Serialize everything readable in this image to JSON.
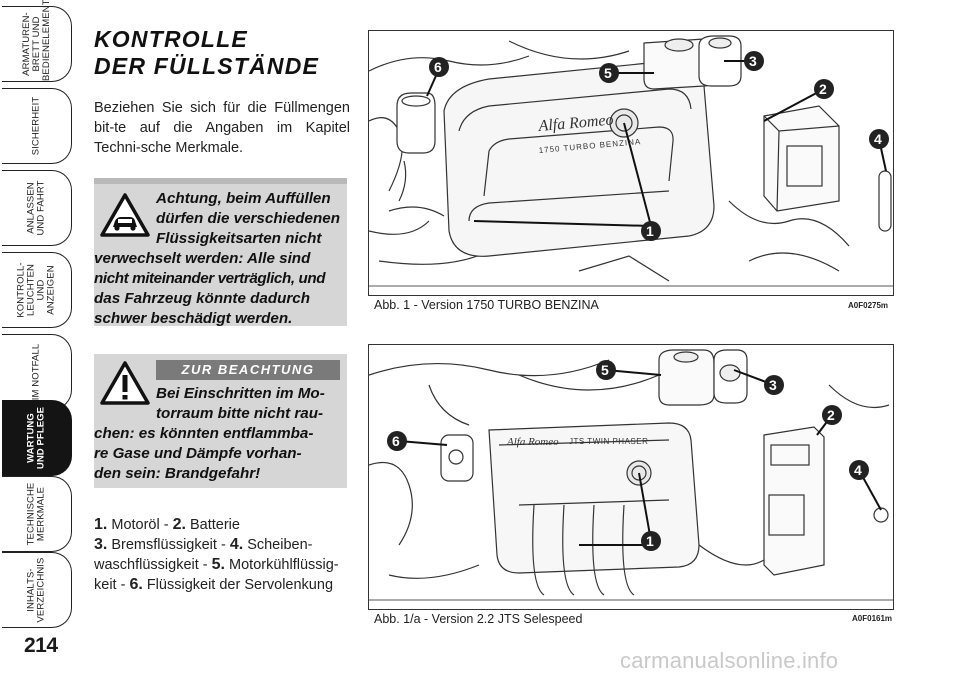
{
  "tabs": [
    {
      "label": "ARMATUREN-\nBRETT UND\nBEDIENELEMENTE"
    },
    {
      "label": "SICHERHEIT"
    },
    {
      "label": "ANLASSEN\nUND FAHRT"
    },
    {
      "label": "KONTROLL-\nLEUCHTEN\nUND ANZEIGEN"
    },
    {
      "label": "IM NOTFALL"
    },
    {
      "label": "WARTUNG\nUND PFLEGE"
    },
    {
      "label": "TECHNISCHE\nMERKMALE"
    },
    {
      "label": "INHALTS-\nVERZEICHNIS"
    }
  ],
  "page_number": "214",
  "title_line1": "KONTROLLE",
  "title_line2": "DER FÜLLSTÄNDE",
  "intro": "Beziehen Sie sich für die Füllmengen bit-te auf die Angaben im Kapitel Techni-sche Merkmale.",
  "warning": {
    "line1": "Achtung, beim Auffüllen",
    "line2": "dürfen die verschiedenen",
    "line3": "Flüssigkeitsarten nicht",
    "line4": "verwechselt werden: Alle sind",
    "line5": "nicht miteinander verträglich, und",
    "line6": "das Fahrzeug könnte dadurch",
    "line7": "schwer beschädigt werden."
  },
  "note": {
    "label": "ZUR BEACHTUNG",
    "line1": "Bei Einschritten im Mo-",
    "line2": "torraum bitte nicht rau-",
    "line3": "chen: es könnten entflamm­ba-",
    "line4": "re Gase und Dämpfe vorhan-",
    "line5": "den sein: Brandgefahr!"
  },
  "legend": {
    "n1": "1.",
    "t1": " Motoröl - ",
    "n2": "2.",
    "t2": " Batterie",
    "n3": "3.",
    "t3": " Bremsflüssigkeit - ",
    "n4": "4.",
    "t4": " Scheiben-",
    "t4b": "waschflüssigkeit - ",
    "n5": "5.",
    "t5": " Motorkühlflüssig-",
    "t5b": "keit - ",
    "n6": "6.",
    "t6": " Flüssigkeit der Servolenkung"
  },
  "figure1": {
    "caption": "Abb. 1 - Version 1750 TURBO BENZINA",
    "code": "A0F0275m",
    "cover_brand": "Alfa Romeo",
    "cover_text": "1750 TURBO BENZINA",
    "callouts": [
      "1",
      "2",
      "3",
      "4",
      "5",
      "6"
    ]
  },
  "figure2": {
    "caption": "Abb. 1/a - Version 2.2 JTS Selespeed",
    "code": "A0F0161m",
    "cover_brand": "Alfa Romeo",
    "cover_text": "JTS TWIN PHASER",
    "callouts": [
      "1",
      "2",
      "3",
      "4",
      "5",
      "6"
    ]
  },
  "watermark": "carmanualsonline.info"
}
